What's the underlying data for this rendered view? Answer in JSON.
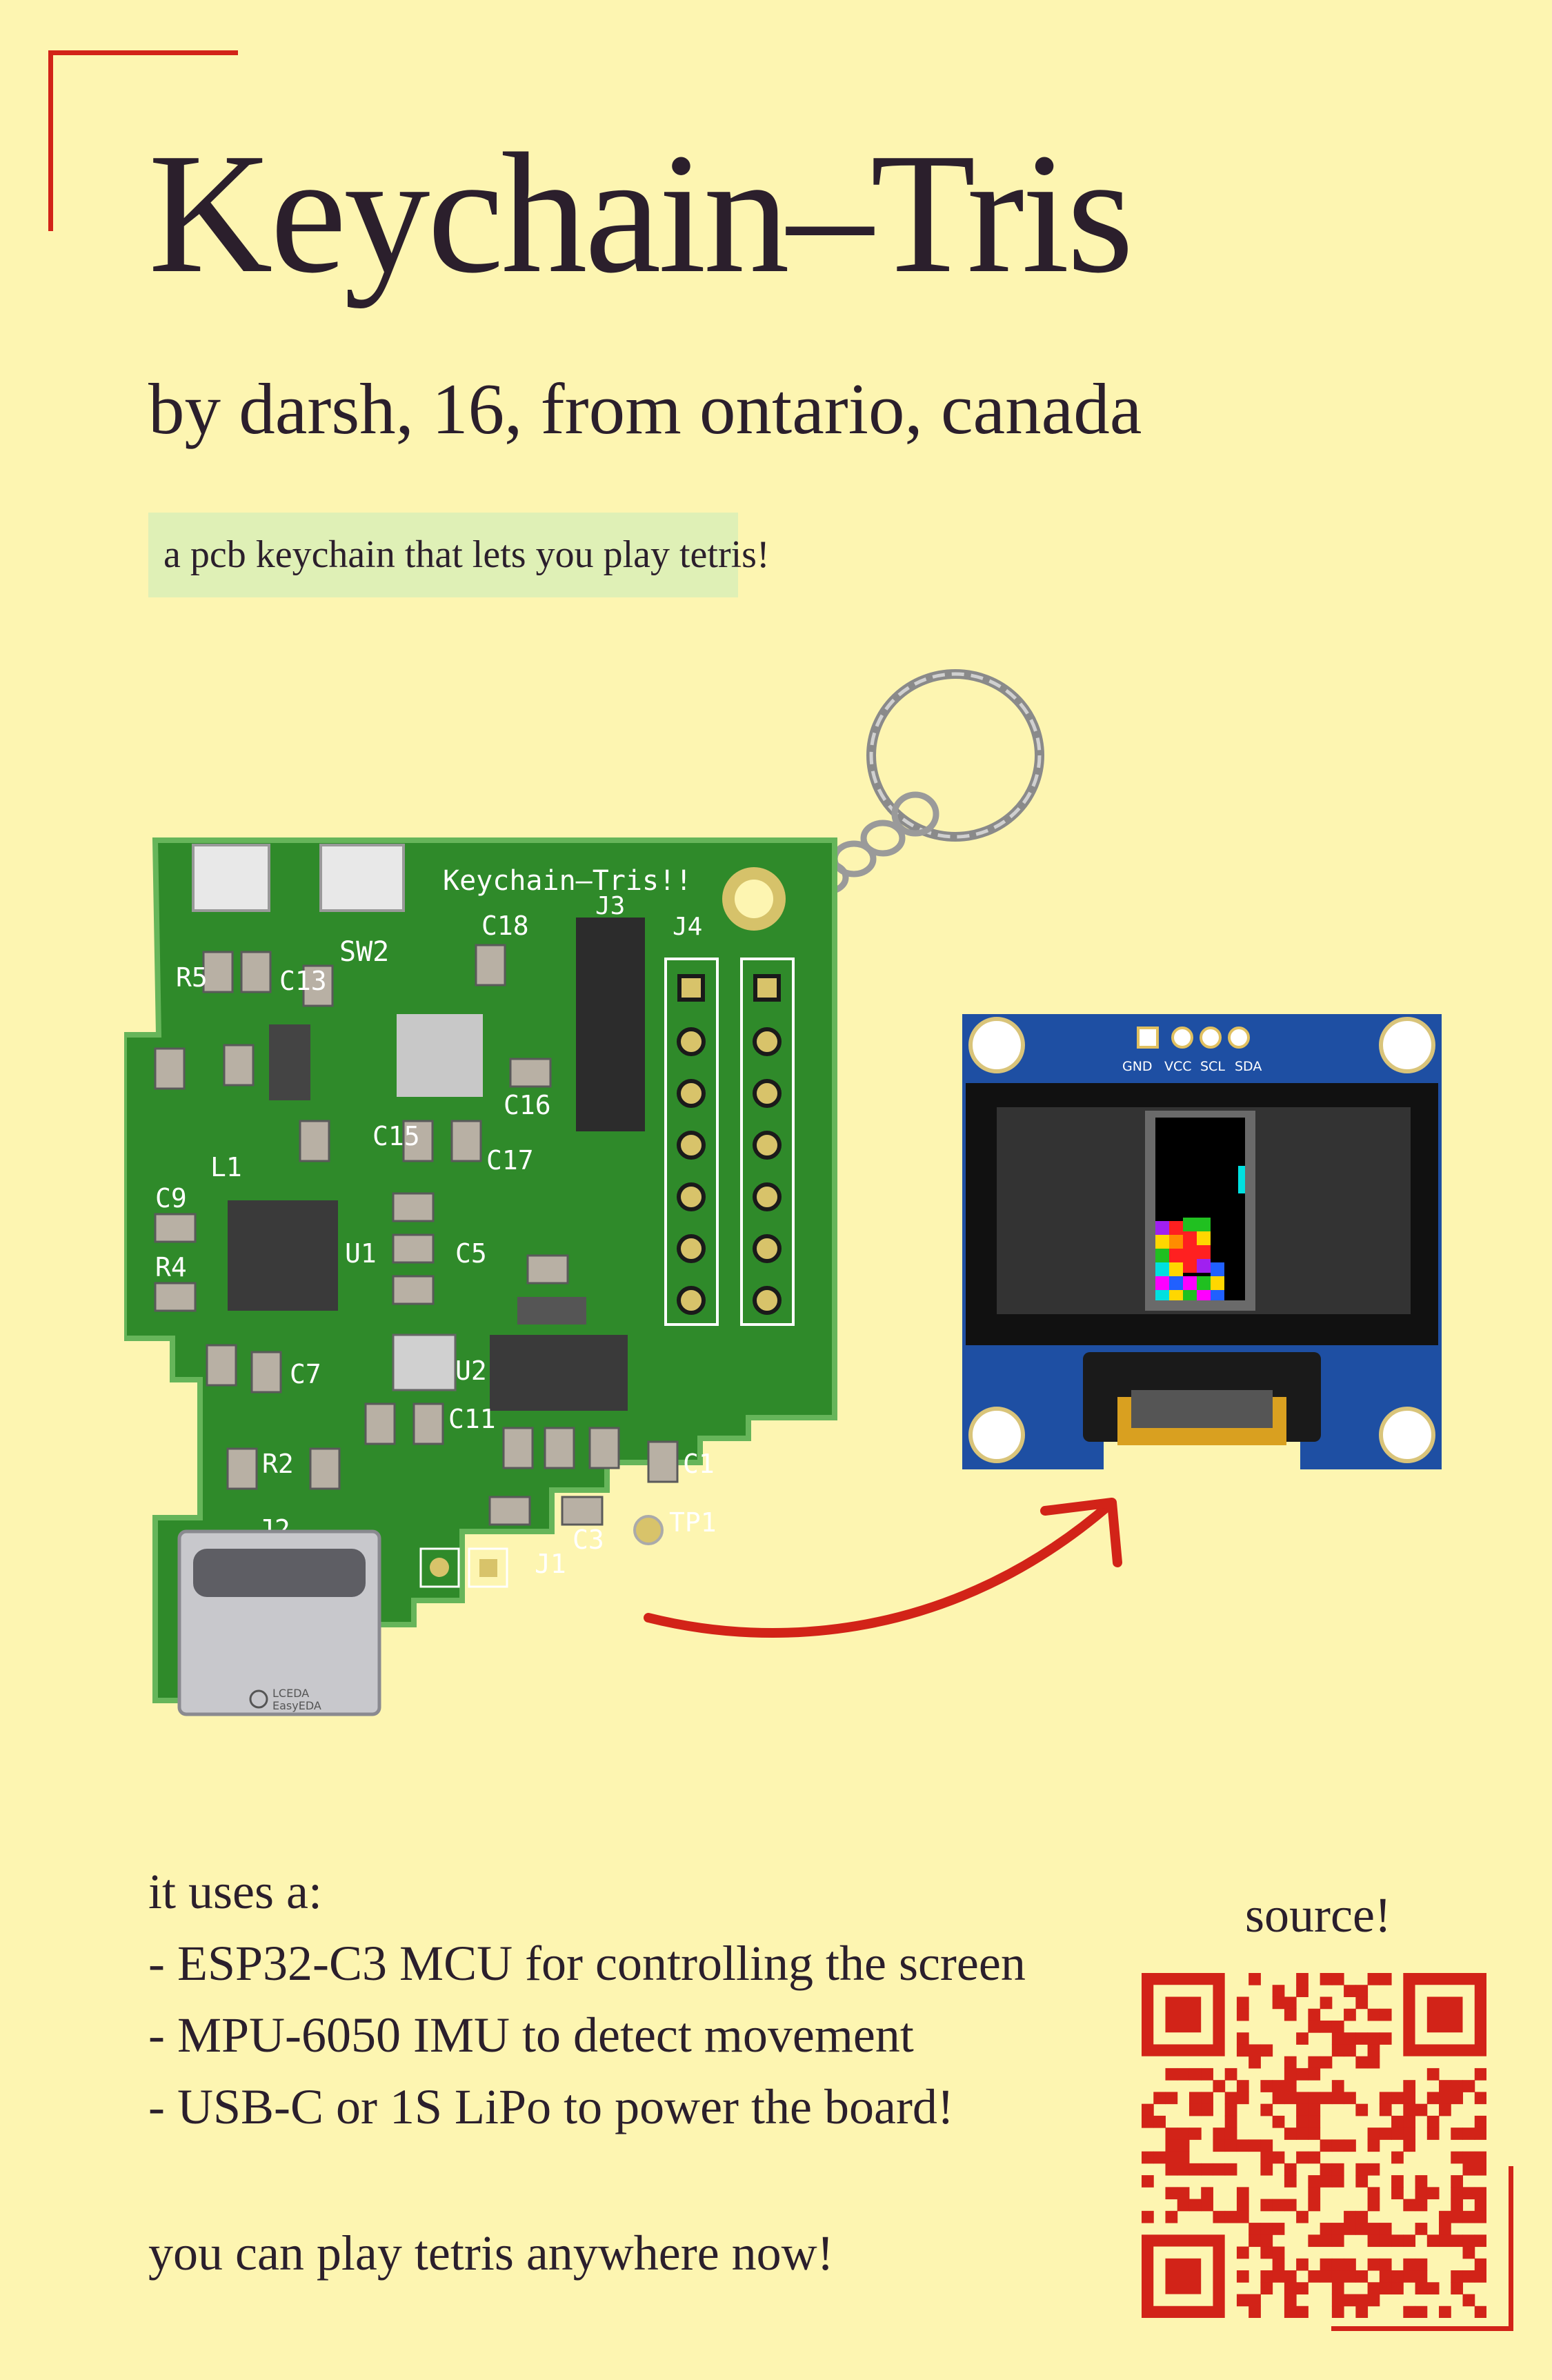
{
  "poster": {
    "title": "Keychain–Tris",
    "byline": "by darsh, 16, from ontario, canada",
    "tagline": "a pcb keychain that lets you play tetris!",
    "uses_heading": "it uses a:",
    "uses": [
      "- ESP32-C3 MCU for controlling the screen",
      "- MPU-6050 IMU to detect movement",
      "- USB-C or 1S LiPo to power the board!"
    ],
    "footer": "you can play tetris anywhere now!",
    "source_label": "source!",
    "accent_color": "#d22318",
    "background_color": "#fdf5b1",
    "tagline_bg_color": "#dff0b6"
  },
  "pcb": {
    "silk_title": "Keychain–Tris!!",
    "labels": [
      "SW2",
      "R5",
      "C13",
      "C18",
      "J3",
      "J4",
      "C16",
      "C17",
      "C15",
      "C9",
      "L1",
      "R4",
      "U1",
      "C5",
      "C7",
      "U2",
      "C11",
      "R2",
      "J2",
      "C1",
      "TP1",
      "C3",
      "J1"
    ],
    "usb_logo": [
      "LCEDA",
      "EasyEDA"
    ],
    "board_color": "#2f8a2a"
  },
  "display": {
    "pins": [
      "GND",
      "VCC",
      "SCL",
      "SDA"
    ],
    "board_color": "#1e4fa3"
  }
}
